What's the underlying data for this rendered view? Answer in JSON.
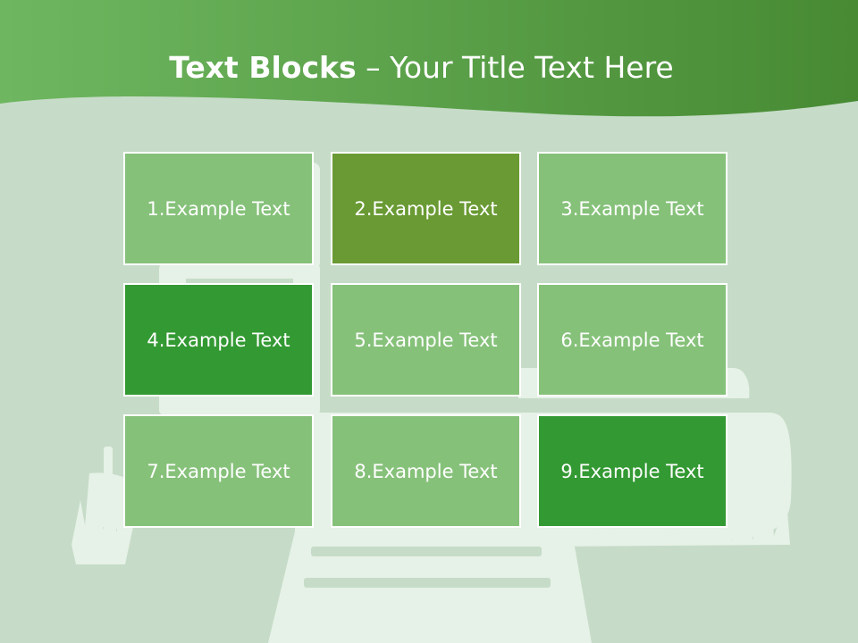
{
  "title": {
    "bold": "Text Blocks",
    "rest": " – Your Title Text Here"
  },
  "blocks": [
    {
      "label": "1.Example Text",
      "color": "#86c17a"
    },
    {
      "label": "2.Example Text",
      "color": "#699a33"
    },
    {
      "label": "3.Example Text",
      "color": "#86c17a"
    },
    {
      "label": "4.Example Text",
      "color": "#339933"
    },
    {
      "label": "5.Example Text",
      "color": "#86c17a"
    },
    {
      "label": "6.Example Text",
      "color": "#86c17a"
    },
    {
      "label": "7.Example Text",
      "color": "#86c17a"
    },
    {
      "label": "8.Example Text",
      "color": "#86c17a"
    },
    {
      "label": "9.Example Text",
      "color": "#339933"
    }
  ],
  "colors": {
    "background": "#c6dcc8",
    "header_green": "#4f9e3e",
    "silhouette": "#e6f1e7"
  },
  "icons": [
    "laptop-silhouette-icon",
    "cellphone-silhouette-icon",
    "grass-icon"
  ]
}
